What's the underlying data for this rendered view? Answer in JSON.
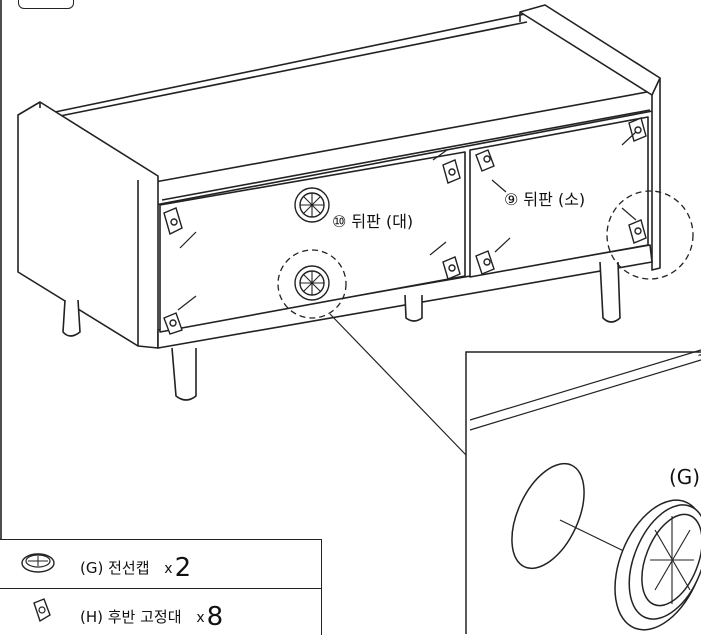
{
  "labels": {
    "back_panel_large": "⑩ 뒤판 (대)",
    "back_panel_small": "⑨ 뒤판 (소)",
    "detail_part": "(G)"
  },
  "parts": [
    {
      "icon": "cable-cap-icon",
      "name": "(G) 전선캡",
      "x": "x",
      "qty": "2"
    },
    {
      "icon": "back-bracket-icon",
      "name": "(H) 후반 고정대",
      "x": "x",
      "qty": "8"
    }
  ]
}
